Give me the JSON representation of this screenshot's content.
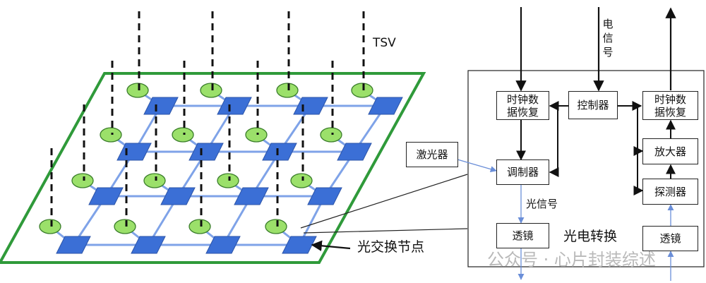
{
  "labels": {
    "tsv": "TSV",
    "node": "光交换节点",
    "laser": "激光器",
    "electric_signal": "电信号",
    "optical_signal": "光信号",
    "oe_conversion": "光电转换"
  },
  "blocks": {
    "cdr_left": "时钟数\n据恢复",
    "controller": "控制器",
    "cdr_right": "时钟数\n据恢复",
    "modulator": "调制器",
    "amplifier": "放大器",
    "detector": "探测器",
    "lens_left": "透镜",
    "lens_right": "透镜"
  },
  "watermark": "公众号 · 心片封装综述",
  "colors": {
    "board_green": "#2f9a3a",
    "node_blue": "#3b6fd6",
    "tsv_green": "#9be06a",
    "waveguide": "#7fa3e8",
    "optical_arrow": "#6a8ed8"
  }
}
